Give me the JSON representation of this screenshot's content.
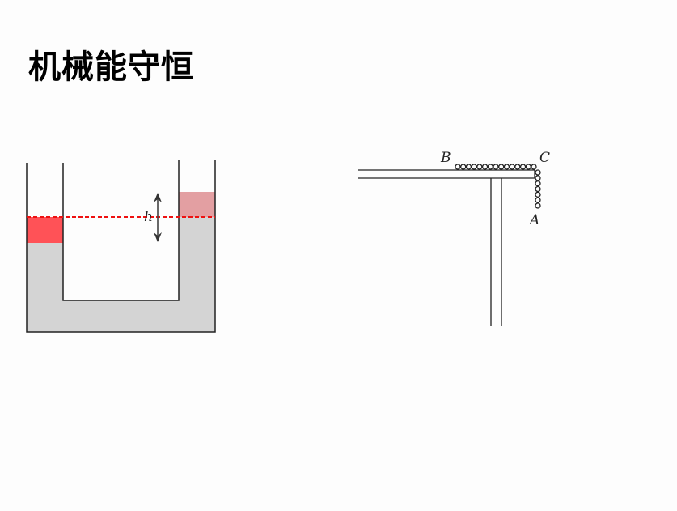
{
  "slide": {
    "title": "机械能守恒"
  },
  "u_tube_figure": {
    "height_label": "h",
    "colors": {
      "liquid": "#d4d4d4",
      "left_segment": "#ff5257",
      "right_segment": "#e39fa2",
      "level_line": "#ee1111"
    }
  },
  "chain_figure": {
    "labels": {
      "b": "B",
      "c": "C",
      "a": "A"
    },
    "horizontal_links": 15,
    "vertical_links": 7
  }
}
